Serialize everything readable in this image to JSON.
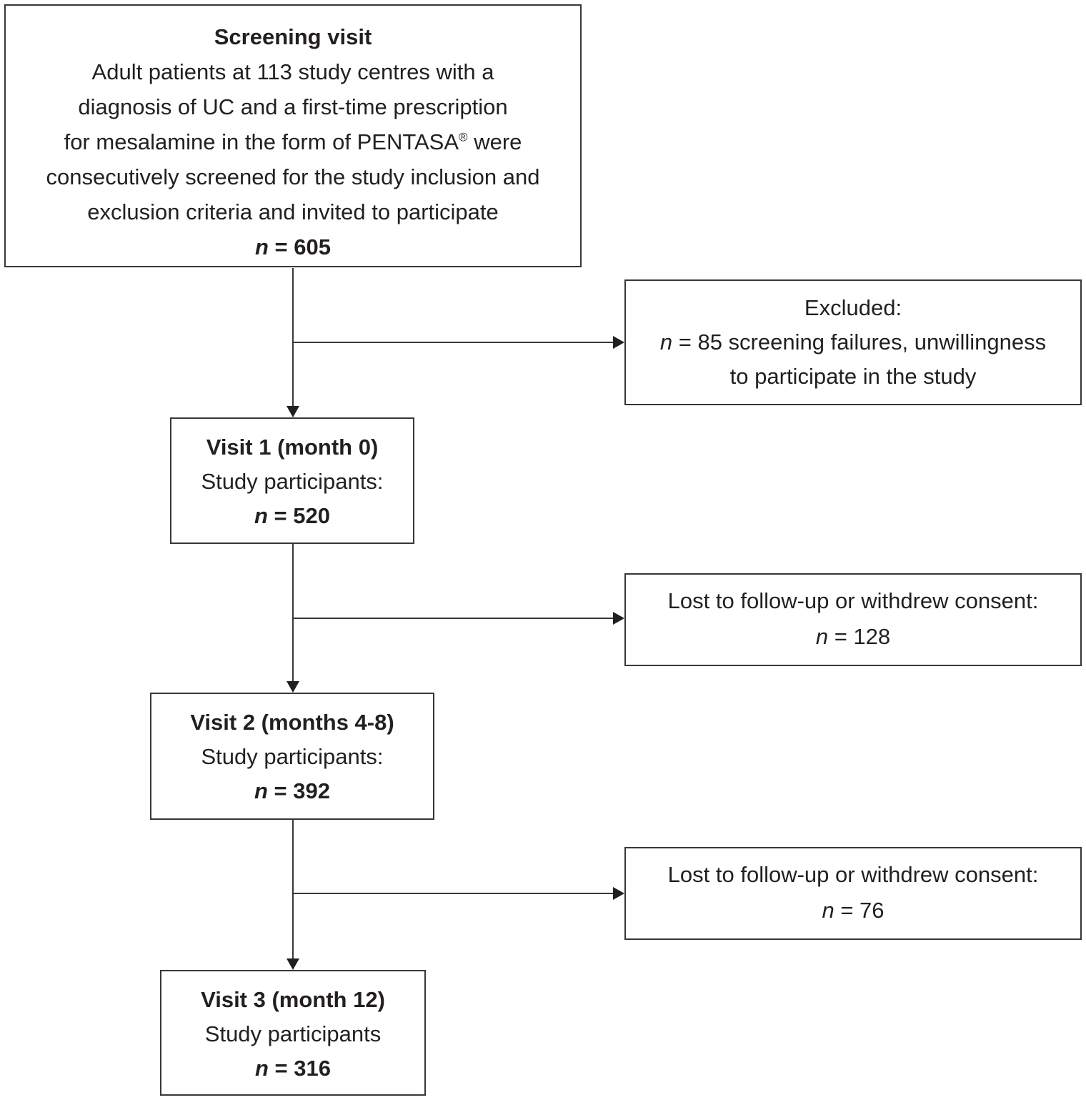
{
  "figure": {
    "type": "study-flow-diagram",
    "colors": {
      "ink": "#231f20",
      "line": "#3a3637",
      "background": "#ffffff"
    },
    "screening": {
      "title": "Screening visit",
      "line1": "Adult patients at 113 study centres with a",
      "line2": "diagnosis of UC and a first-time prescription",
      "line3_pre": "for mesalamine in the form of PENTASA",
      "line3_sup": "®",
      "line3_post": " were",
      "line4": "consecutively screened for the study inclusion and",
      "line5": "exclusion criteria and invited to participate",
      "n_symbol": "n",
      "n_value": " = 605"
    },
    "excluded": {
      "title": "Excluded:",
      "n_symbol": "n",
      "n_line": " = 85 screening failures, unwillingness",
      "line2": "to participate in the study"
    },
    "visit1": {
      "title": "Visit 1 (month 0)",
      "subtitle": "Study participants:",
      "n_symbol": "n",
      "n_value": " = 520"
    },
    "lost1": {
      "line1": "Lost to follow-up or withdrew consent:",
      "n_symbol": "n",
      "n_value": " = 128"
    },
    "visit2": {
      "title": "Visit 2 (months 4-8)",
      "subtitle": "Study participants:",
      "n_symbol": "n",
      "n_value": " = 392"
    },
    "lost2": {
      "line1": "Lost to follow-up or withdrew consent:",
      "n_symbol": "n",
      "n_value": " = 76"
    },
    "visit3": {
      "title": "Visit 3 (month 12)",
      "subtitle": "Study participants",
      "n_symbol": "n",
      "n_value": " = 316"
    }
  }
}
